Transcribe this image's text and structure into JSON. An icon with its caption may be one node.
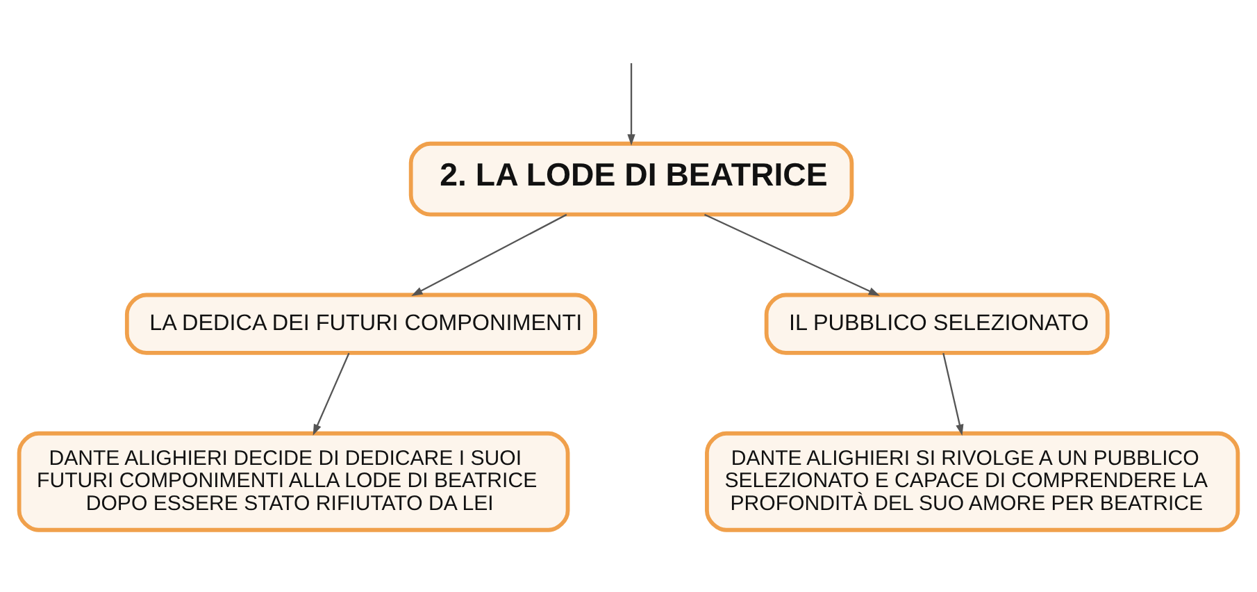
{
  "diagram": {
    "nodes": [
      {
        "text": [
          "2. LA LODE DI BEATRICE"
        ]
      },
      {
        "text": [
          "LA DEDICA DEI FUTURI COMPONIMENTI"
        ]
      },
      {
        "text": [
          "IL PUBBLICO SELEZIONATO"
        ]
      },
      {
        "text": [
          "DANTE ALIGHIERI DECIDE DI DEDICARE I SUOI FUTURI COMPONIMENTI ALLA LODE DI BEATRICE DOPO ESSERE STATO RIFIUTATO DA LEI"
        ]
      },
      {
        "text": [
          "DANTE ALIGHIERI SI RIVOLGE A UN PUBBLICO SELEZIONATO E CAPACE DI COMPRENDERE LA PROFONDITÀ DEL SUO AMORE PER BEATRICE"
        ]
      }
    ],
    "edges": [
      {
        "from": null,
        "to": 0,
        "arrow": "to"
      },
      {
        "from": 0,
        "to": 1,
        "arrow": "to"
      },
      {
        "from": 0,
        "to": 2,
        "arrow": "to"
      },
      {
        "from": 1,
        "to": 3,
        "arrow": "to"
      },
      {
        "from": 2,
        "to": 4,
        "arrow": "to"
      }
    ]
  }
}
